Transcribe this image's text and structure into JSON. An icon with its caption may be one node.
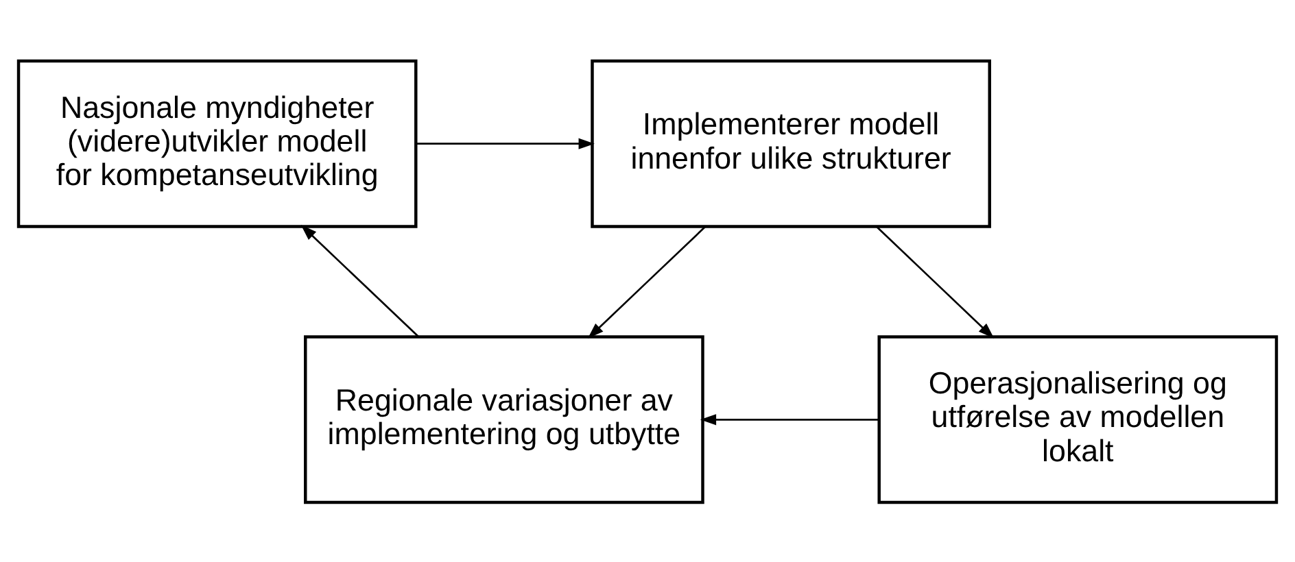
{
  "diagram": {
    "nodes": [
      {
        "text": [
          "Nasjonale myndigheter (videre)utvikler modell for kompetanseutvikling"
        ]
      },
      {
        "text": [
          "Implementerer modell innenfor ulike strukturer"
        ]
      },
      {
        "text": [
          "Regionale variasjoner av implementering og utbytte"
        ]
      },
      {
        "text": [
          "Operasjonalisering og utførelse av modellen lokalt"
        ]
      }
    ],
    "edges": [
      {
        "from": 0,
        "to": 1,
        "arrow": "to"
      },
      {
        "from": 1,
        "to": 2,
        "arrow": "to"
      },
      {
        "from": 1,
        "to": 3,
        "arrow": "to"
      },
      {
        "from": 3,
        "to": 2,
        "arrow": "to"
      },
      {
        "from": 2,
        "to": 0,
        "arrow": "to"
      }
    ]
  }
}
